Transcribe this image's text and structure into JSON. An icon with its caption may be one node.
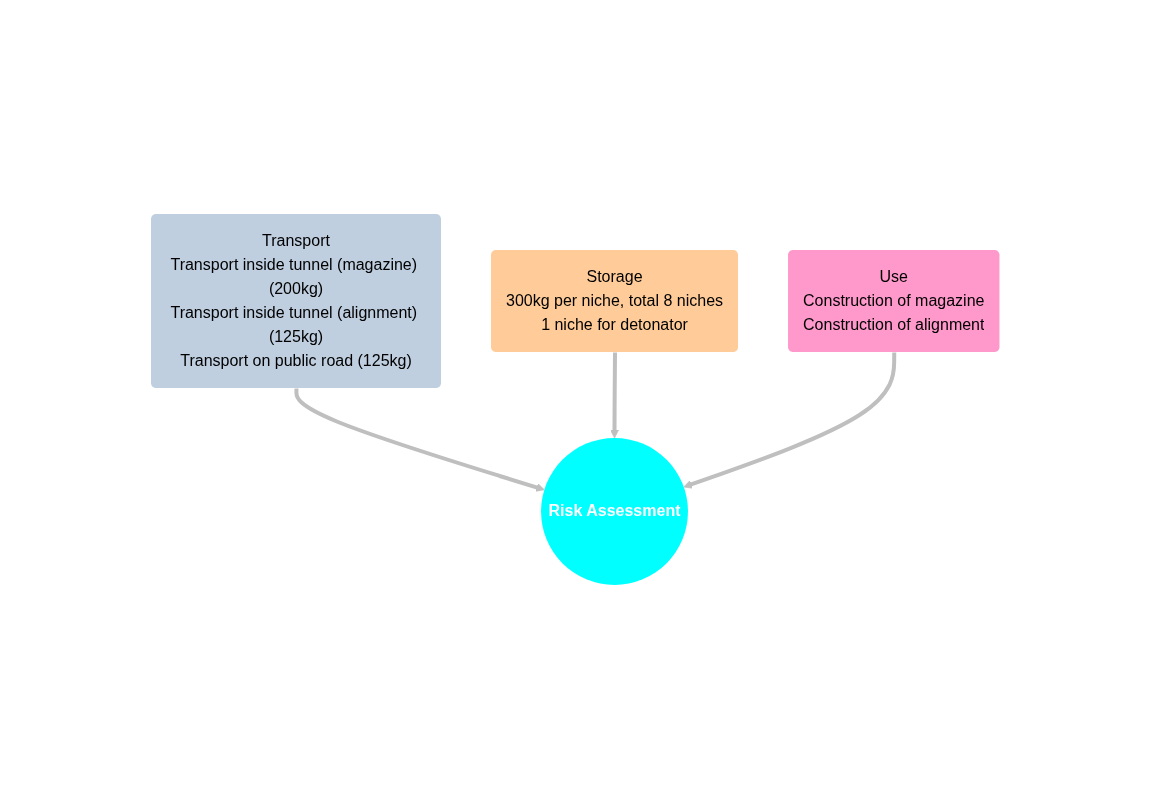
{
  "diagram": {
    "nodes": [
      {
        "text": [
          "Transport",
          "Transport inside tunnel (magazine) (200kg)",
          "Transport inside tunnel (alignment) (125kg)",
          "Transport on public road (125kg)"
        ]
      },
      {
        "text": [
          "Storage",
          "300kg per niche, total 8 niches",
          "1 niche for detonator"
        ]
      },
      {
        "text": [
          "Risk Assessment"
        ]
      },
      {
        "text": [
          "Use",
          "Construction of magazine",
          "Construction of alignment"
        ]
      }
    ],
    "edges": [
      {
        "from": 0,
        "to": 2,
        "arrow": "to"
      },
      {
        "from": 1,
        "to": 2,
        "arrow": "to"
      },
      {
        "from": 3,
        "to": 2,
        "arrow": "to"
      }
    ]
  }
}
